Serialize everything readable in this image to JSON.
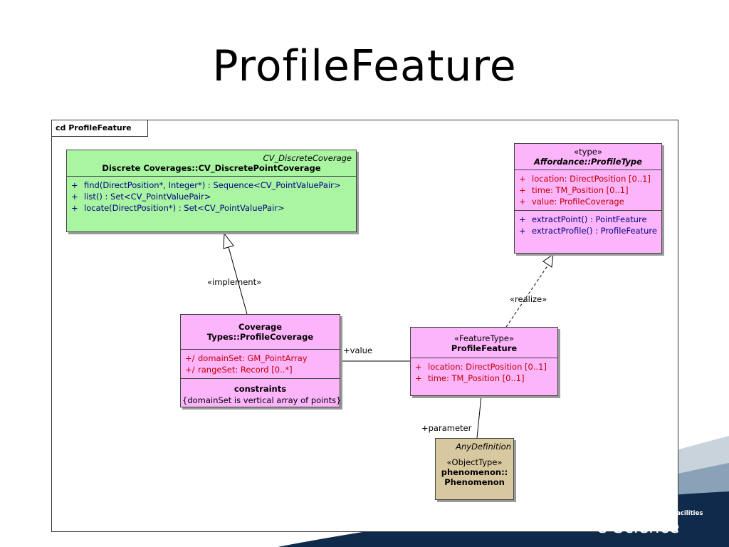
{
  "slide": {
    "title": "ProfileFeature"
  },
  "frame": {
    "tab_label": "cd ProfileFeature"
  },
  "classes": {
    "discrete": {
      "parent_label": "CV_DiscreteCoverage",
      "name": "Discrete Coverages::CV_DiscretePointCoverage",
      "operations": [
        {
          "vis": "+",
          "text": "find(DirectPosition*, Integer*) : Sequence<CV_PointValuePair>"
        },
        {
          "vis": "+",
          "text": "list() : Set<CV_PointValuePair>"
        },
        {
          "vis": "+",
          "text": "locate(DirectPosition*) : Set<CV_PointValuePair>"
        }
      ]
    },
    "profile_type": {
      "stereotype": "«type»",
      "name": "Affordance::ProfileType",
      "attributes": [
        {
          "vis": "+",
          "text": "location:  DirectPosition [0..1]"
        },
        {
          "vis": "+",
          "text": "time:  TM_Position [0..1]"
        },
        {
          "vis": "+",
          "text": "value:  ProfileCoverage"
        }
      ],
      "operations": [
        {
          "vis": "+",
          "text": "extractPoint() : PointFeature"
        },
        {
          "vis": "+",
          "text": "extractProfile() : ProfileFeature"
        }
      ]
    },
    "coverage": {
      "name": "Coverage Types::ProfileCoverage",
      "attributes": [
        {
          "vis": "+/",
          "text": "domainSet:  GM_PointArray"
        },
        {
          "vis": "+/",
          "text": "rangeSet:  Record [0..*]"
        }
      ],
      "constraints_title": "constraints",
      "constraint": "{domainSet is vertical array of points}"
    },
    "feature": {
      "stereotype": "«FeatureType»",
      "name": "ProfileFeature",
      "attributes": [
        {
          "vis": "+",
          "text": "location:  DirectPosition [0..1]"
        },
        {
          "vis": "+",
          "text": "time:  TM_Position [0..1]"
        }
      ]
    },
    "phenomenon": {
      "parent_label": "AnyDefinition",
      "stereotype": "«ObjectType»",
      "name_line1": "phenomenon::",
      "name_line2": "Phenomenon"
    }
  },
  "connectors": {
    "implement": "«implement»",
    "realize": "«realize»",
    "value": "+value",
    "parameter": "+parameter"
  },
  "logo": {
    "council": "Science & Technology Facilities Council",
    "brand": "e-Science"
  },
  "colors": {
    "green_class": "#a9f5a2",
    "pink_class": "#fcb4fb",
    "tan_class": "#d8c8a0",
    "footer_dark": "#0f2a4a"
  }
}
